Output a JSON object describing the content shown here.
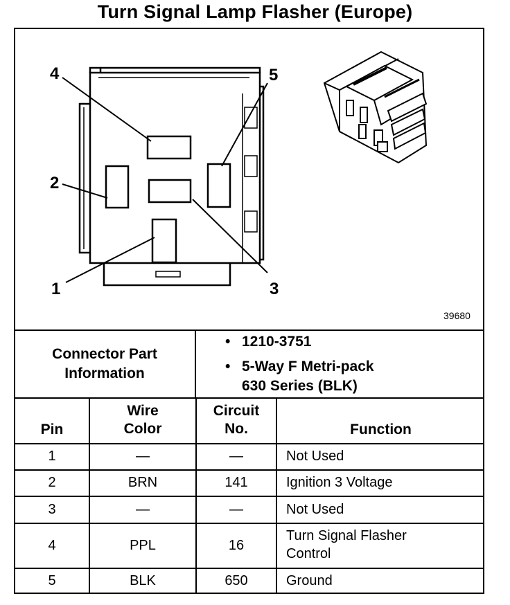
{
  "title": "Turn Signal Lamp Flasher (Europe)",
  "figure_number": "39680",
  "pin_callouts": [
    "1",
    "2",
    "3",
    "4",
    "5"
  ],
  "connector_info": {
    "label_line1": "Connector Part",
    "label_line2": "Information",
    "bullets": [
      "1210-3751",
      "5-Way F Metri-pack",
      "630 Series (BLK)"
    ]
  },
  "table": {
    "headers": {
      "pin": "Pin",
      "wire_line1": "Wire",
      "wire_line2": "Color",
      "circuit_line1": "Circuit",
      "circuit_line2": "No.",
      "function": "Function"
    },
    "rows": [
      {
        "pin": "1",
        "wire": "—",
        "circuit": "—",
        "function": "Not Used",
        "function2": ""
      },
      {
        "pin": "2",
        "wire": "BRN",
        "circuit": "141",
        "function": "Ignition 3 Voltage",
        "function2": ""
      },
      {
        "pin": "3",
        "wire": "—",
        "circuit": "—",
        "function": "Not Used",
        "function2": ""
      },
      {
        "pin": "4",
        "wire": "PPL",
        "circuit": "16",
        "function": "Turn Signal Flasher",
        "function2": "Control"
      },
      {
        "pin": "5",
        "wire": "BLK",
        "circuit": "650",
        "function": "Ground",
        "function2": ""
      }
    ]
  }
}
